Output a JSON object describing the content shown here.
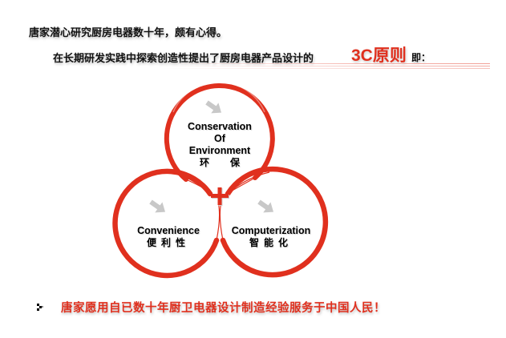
{
  "intro": {
    "line1": "唐家潜心研究厨房电器数十年，颇有心得。",
    "line2": "在长期研发实践中探索创造性提出了厨房电器产品设计的",
    "highlight": "3C原则",
    "suffix": "即："
  },
  "diagram": {
    "circles": [
      {
        "id": "top",
        "en_lines": [
          "Conservation",
          "Of",
          "Environment"
        ],
        "cn": "环保"
      },
      {
        "id": "left",
        "en_lines": [
          "Convenience"
        ],
        "cn": "便利性"
      },
      {
        "id": "right",
        "en_lines": [
          "Computerization"
        ],
        "cn": "智能化"
      }
    ],
    "center_symbol": "+",
    "arrow_icon": "arrow-down-right-icon"
  },
  "footer": {
    "bullet_icon": "bullet-squares-icon",
    "text": "唐家愿用自已数十年厨卫电器设计制造经验服务于中国人民！"
  },
  "colors": {
    "accent_red": "#e0301e",
    "text_dark": "#111111",
    "arrow_gray": "#c8c8c8",
    "stripe_pink": "#f5c6c1"
  }
}
